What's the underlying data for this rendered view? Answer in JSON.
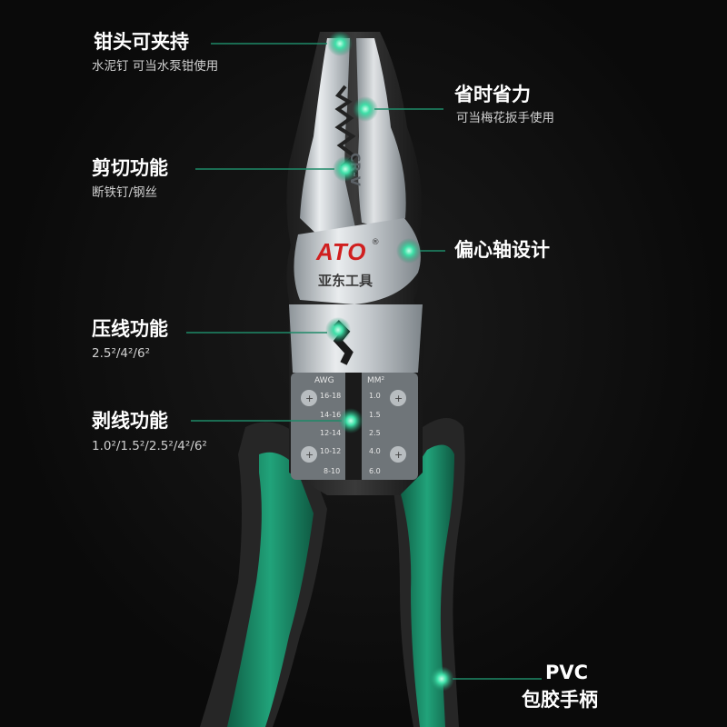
{
  "features": [
    {
      "id": "clamp",
      "title": "钳头可夹持",
      "subtitle": "水泥钉 可当水泵钳使用"
    },
    {
      "id": "timesave",
      "title": "省时省力",
      "subtitle": "可当梅花扳手使用"
    },
    {
      "id": "cut",
      "title": "剪切功能",
      "subtitle": "断铁钉/钢丝"
    },
    {
      "id": "eccentric",
      "title": "偏心轴设计",
      "subtitle": ""
    },
    {
      "id": "crimp",
      "title": "压线功能",
      "subtitle": "2.5²/4²/6²"
    },
    {
      "id": "strip",
      "title": "剥线功能",
      "subtitle": "1.0²/1.5²/2.5²/4²/6²"
    },
    {
      "id": "handle",
      "title": "PVC",
      "subtitle": "包胶手柄"
    }
  ],
  "product": {
    "brand_logo": "ATO",
    "brand_registered": "®",
    "brand_cn": "亚东工具",
    "material_mark": "CR-V",
    "gauge_left_header": "AWG",
    "gauge_right_header": "MM²",
    "awg_sizes": [
      "16-18",
      "14-16",
      "12-14",
      "10-12",
      "8-10"
    ],
    "mm_sizes": [
      "1.0",
      "1.5",
      "2.5",
      "4.0",
      "6.0"
    ]
  },
  "colors": {
    "accent_green": "#1e8a68",
    "marker_glow": "#3ee0a8",
    "handle_dark": "#2b2b2b",
    "steel": "#c9ced2"
  }
}
